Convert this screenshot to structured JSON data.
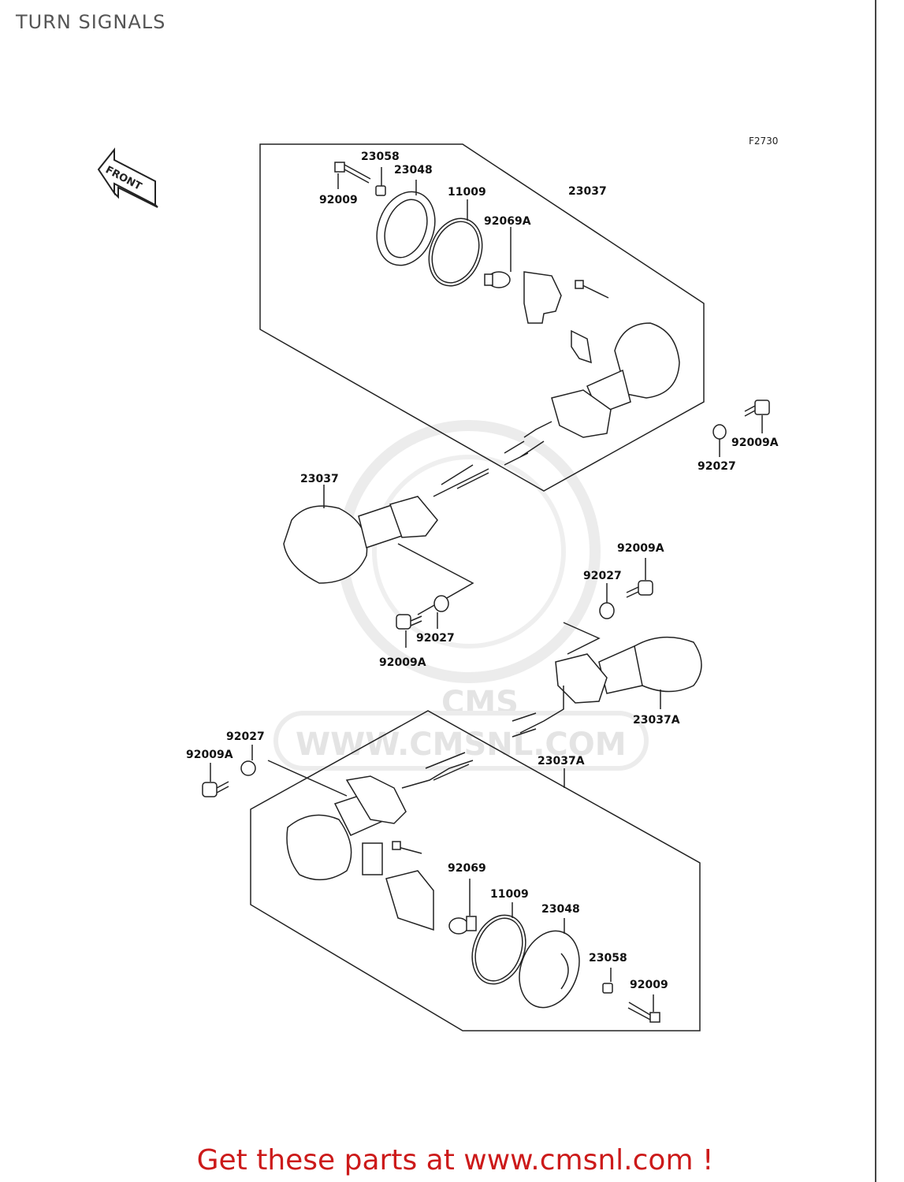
{
  "page": {
    "title": "TURN SIGNALS",
    "footer": "Get these parts at www.cmsnl.com !",
    "accent_color": "#cc1a1a"
  },
  "diagram": {
    "figure_code": "F2730",
    "front_marker": "FRONT",
    "watermark": "WWW.CMSNL.COM",
    "watermark_logo": "CMS",
    "part_labels": {
      "screw_top": "92009",
      "nut_top": "23058",
      "lens_top": "23048",
      "gasket_top": "11009",
      "bulb_top": "92069A",
      "assembly_front_right": "23037",
      "collar_front_right": "92027",
      "bolt_front_right": "92009A",
      "assembly_front_left": "23037",
      "bolt_front_left": "92009A",
      "collar_front_left": "92027",
      "bolt_rear_right": "92009A",
      "collar_rear_right": "92027",
      "assembly_rear_right": "23037A",
      "collar_rear_left": "92027",
      "bolt_rear_left": "92009A",
      "assembly_rear_left": "23037A",
      "bulb_bottom": "92069",
      "gasket_bottom": "11009",
      "lens_bottom": "23048",
      "nut_bottom": "23058",
      "screw_bottom": "92009"
    }
  }
}
